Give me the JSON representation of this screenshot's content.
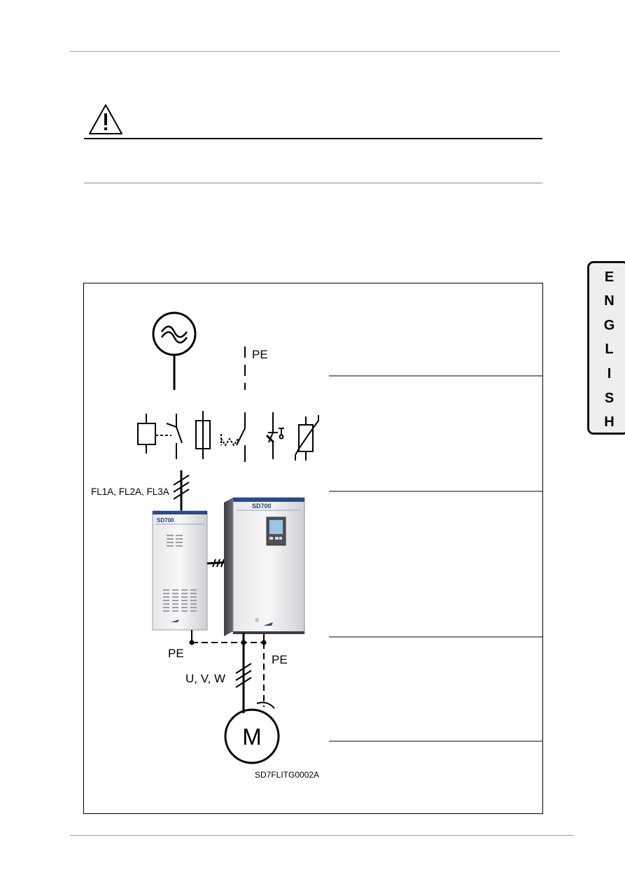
{
  "sidebar": {
    "language_letters": [
      "E",
      "N",
      "G",
      "L",
      "I",
      "S",
      "H"
    ]
  },
  "diagram": {
    "labels": {
      "pe_top": "PE",
      "input_lines": "FL1A, FL2A, FL3A",
      "pe_left": "PE",
      "pe_right": "PE",
      "output_lines": "U, V, W",
      "motor": "M",
      "figure_code": "SD7FLITG0002A"
    },
    "devices": {
      "filter_brand": "SD700",
      "drive_brand": "SD700"
    }
  }
}
